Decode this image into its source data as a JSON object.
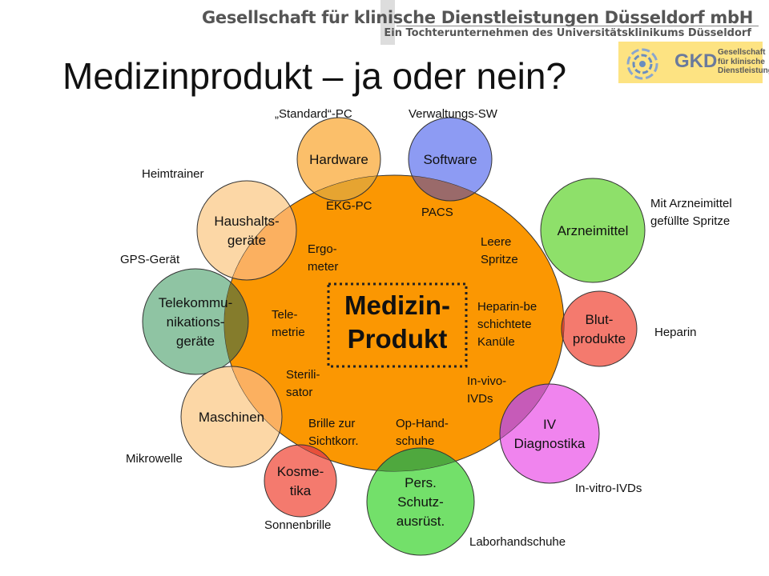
{
  "header": {
    "org_name": "Gesellschaft für klinische Dienstleistungen Düsseldorf mbH",
    "org_subtitle": "Ein Tochterunternehmen des Universitätsklinikums Düsseldorf",
    "logo_abbr": "GKD",
    "logo_text": "Gesellschaft\nfür klinische\nDienstleistungen"
  },
  "title": "Medizinprodukt – ja oder nein?",
  "center": {
    "lines": [
      "Medizin-",
      "Produkt"
    ]
  },
  "circles": [
    {
      "id": "hardware",
      "lines": [
        "Hardware"
      ],
      "fill": "#fbbf6a"
    },
    {
      "id": "software",
      "lines": [
        "Software"
      ],
      "fill": "#8d9bf3"
    },
    {
      "id": "haushalt",
      "lines": [
        "Haushalts-",
        "geräte"
      ],
      "fill": "#fcd7a6"
    },
    {
      "id": "arzneimittel",
      "lines": [
        "Arzneimittel"
      ],
      "fill": "#8ee06a"
    },
    {
      "id": "telekom",
      "lines": [
        "Telekommu-",
        "nikations-",
        "geräte"
      ],
      "fill": "#8fc4a3"
    },
    {
      "id": "blut",
      "lines": [
        "Blut-",
        "produkte"
      ],
      "fill": "#f47a6e"
    },
    {
      "id": "maschinen",
      "lines": [
        "Maschinen"
      ],
      "fill": "#fcd7a6"
    },
    {
      "id": "ivd",
      "lines": [
        "IV",
        "Diagnostika"
      ],
      "fill": "#f084ee"
    },
    {
      "id": "kosmetik",
      "lines": [
        "Kosme-",
        "tika"
      ],
      "fill": "#f47a6e"
    },
    {
      "id": "pers",
      "lines": [
        "Pers.",
        "Schutz-",
        "ausrüst."
      ],
      "fill": "#73e06a"
    }
  ],
  "inner_labels": [
    {
      "id": "ekg",
      "lines": [
        "EKG-PC"
      ]
    },
    {
      "id": "pacs",
      "lines": [
        "PACS"
      ]
    },
    {
      "id": "ergo",
      "lines": [
        "Ergo-",
        "meter"
      ]
    },
    {
      "id": "spritze",
      "lines": [
        "Leere",
        "Spritze"
      ]
    },
    {
      "id": "tele",
      "lines": [
        "Tele-",
        "metrie"
      ]
    },
    {
      "id": "heparinb",
      "lines": [
        "Heparin-be",
        "schichtete",
        "Kanüle"
      ]
    },
    {
      "id": "sterili",
      "lines": [
        "Sterili-",
        "sator"
      ]
    },
    {
      "id": "invivo",
      "lines": [
        "In-vivo-",
        "IVDs"
      ]
    },
    {
      "id": "brille",
      "lines": [
        "Brille zur",
        "Sichtkorr."
      ]
    },
    {
      "id": "ophand",
      "lines": [
        "Op-Hand-",
        "schuhe"
      ]
    }
  ],
  "outer_labels": [
    {
      "id": "standardpc",
      "lines": [
        "„Standard“-PC"
      ]
    },
    {
      "id": "verwaltung",
      "lines": [
        "Verwaltungs-SW"
      ]
    },
    {
      "id": "heimtrainer",
      "lines": [
        "Heimtrainer"
      ]
    },
    {
      "id": "mitarznei",
      "lines": [
        "Mit Arzneimittel",
        "gefüllte Spritze"
      ]
    },
    {
      "id": "gps",
      "lines": [
        "GPS-Gerät"
      ]
    },
    {
      "id": "heparin",
      "lines": [
        "Heparin"
      ]
    },
    {
      "id": "mikrowelle",
      "lines": [
        "Mikrowelle"
      ]
    },
    {
      "id": "invitro",
      "lines": [
        "In-vitro-IVDs"
      ]
    },
    {
      "id": "sonnenbrille",
      "lines": [
        "Sonnenbrille"
      ]
    },
    {
      "id": "laborhand",
      "lines": [
        "Laborhandschuhe"
      ]
    }
  ],
  "colors": {
    "main_ellipse": "#fb9702",
    "overlap_dark": "#8a7b2a",
    "center_border": "#222222",
    "text": "#111111"
  }
}
